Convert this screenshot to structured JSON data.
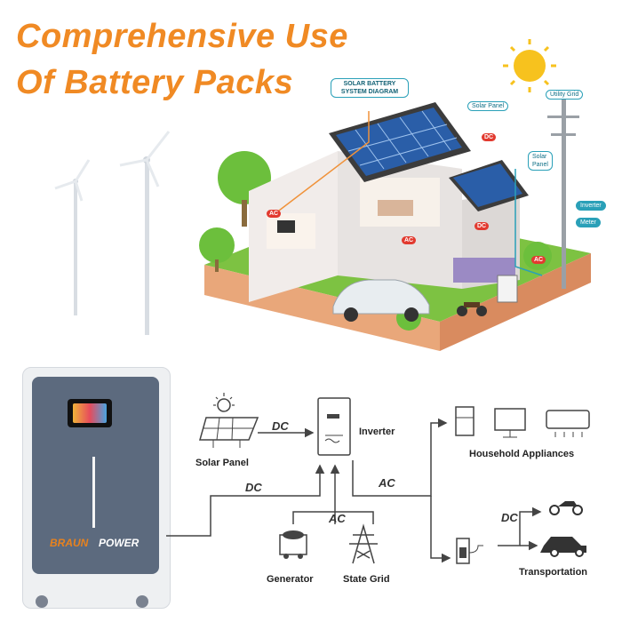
{
  "title": {
    "line1": "Comprehensive Use",
    "line2": "Of Battery Packs"
  },
  "house_diagram": {
    "system_label": "SOLAR BATTERY\nSYSTEM DIAGRAM",
    "callouts": {
      "solar_panel_top": "Solar Panel",
      "solar_panel_right": "Solar\nPanel",
      "utility_grid": "Utility Grid",
      "inverter": "Inverter",
      "meter": "Meter"
    },
    "tags": {
      "dc_roof": "DC",
      "ac_living": "AC",
      "ac_center": "AC",
      "dc_right": "DC",
      "ac_right": "AC"
    }
  },
  "battery": {
    "brand_left": "BRAUN",
    "brand_right": "POWER"
  },
  "flow_diagram": {
    "solar_panel": "Solar Panel",
    "inverter": "Inverter",
    "household_appliances": "Household Appliances",
    "generator": "Generator",
    "state_grid": "State Grid",
    "transportation": "Transportation",
    "dc_solar": "DC",
    "dc_battery": "DC",
    "ac_output": "AC",
    "ac_input": "AC",
    "dc_transport": "DC"
  },
  "colors": {
    "title": "#f08a24",
    "battery_body": "#5c6a7e",
    "brand_orange": "#e8821e",
    "tag_red": "#e23a2f",
    "callout_teal": "#2aa0b8",
    "arrow": "#444444"
  }
}
